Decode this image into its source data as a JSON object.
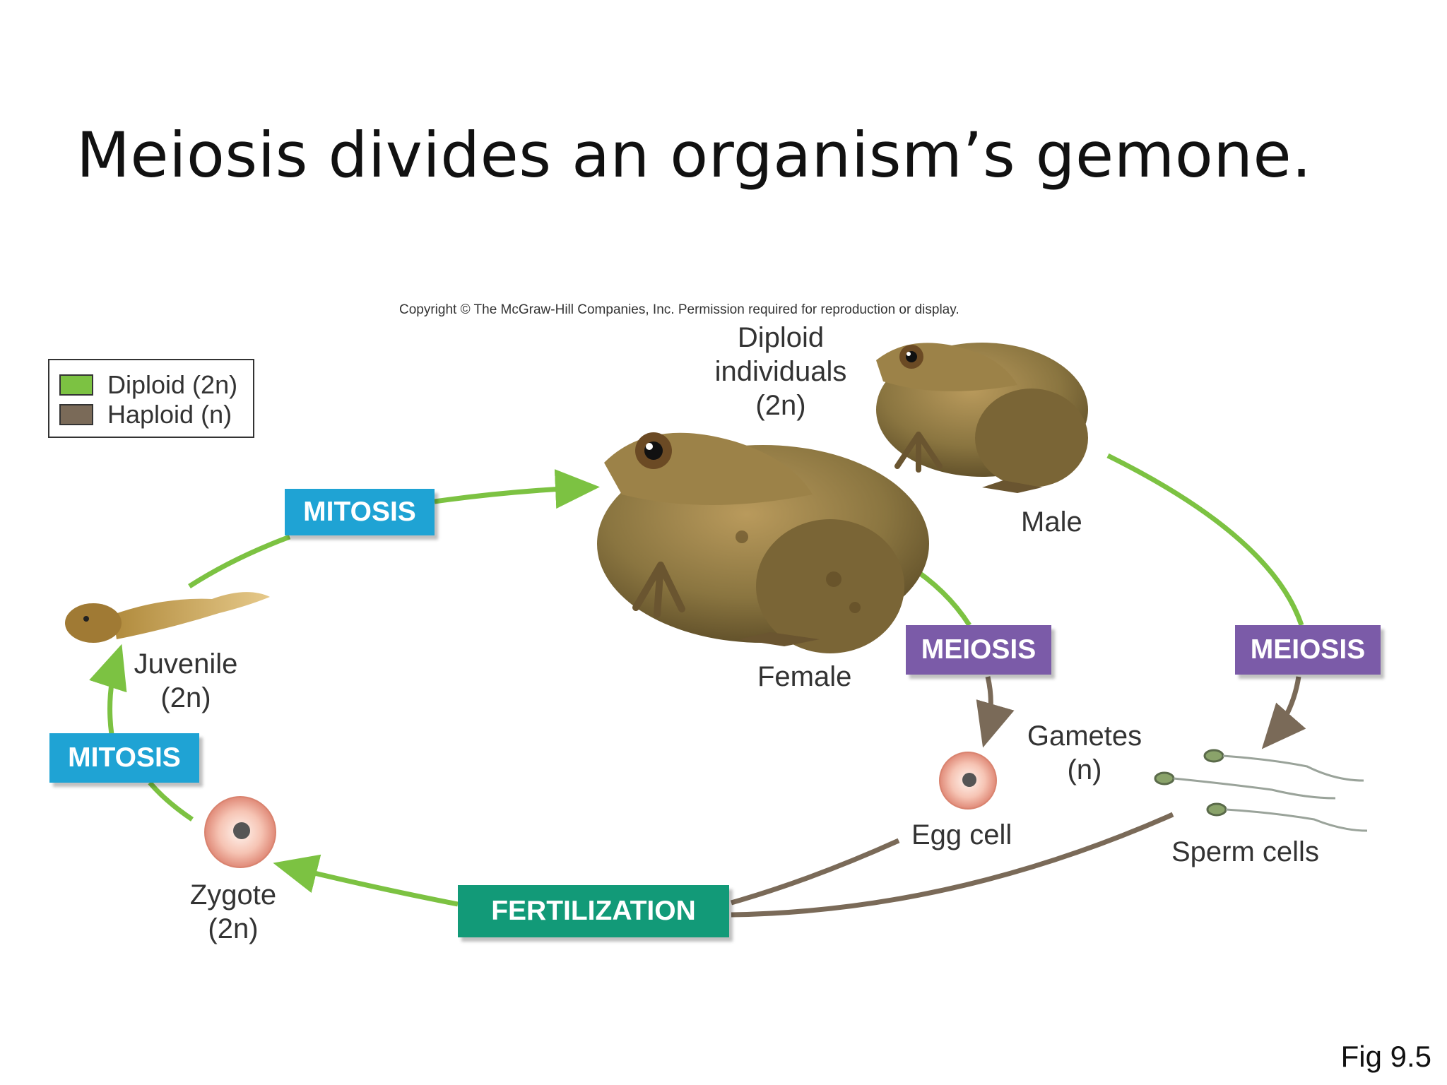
{
  "title": "Meiosis divides an organism’s gemone.",
  "figure_number": "Fig 9.5",
  "copyright": "Copyright © The McGraw-Hill Companies, Inc. Permission required for reproduction or display.",
  "legend": {
    "diploid": "Diploid  (2n)",
    "haploid": "Haploid  (n)",
    "diploid_color": "#7cc242",
    "haploid_color": "#7a6a58"
  },
  "labels": {
    "diploid_individuals": "Diploid individuals (2n)",
    "male": "Male",
    "female": "Female",
    "juvenile": "Juvenile (2n)",
    "gametes": "Gametes (n)",
    "egg_cell": "Egg cell",
    "sperm_cells": "Sperm cells",
    "zygote": "Zygote (2n)"
  },
  "processes": {
    "mitosis_top": "MITOSIS",
    "mitosis_left": "MITOSIS",
    "meiosis_female": "MEIOSIS",
    "meiosis_male": "MEIOSIS",
    "fertilization": "FERTILIZATION"
  },
  "colors": {
    "mitosis": "#1fa3d4",
    "meiosis": "#7b5ba8",
    "fertilization": "#129a78",
    "diploid_arrow": "#7cc242",
    "haploid_arrow": "#7a6a58"
  }
}
